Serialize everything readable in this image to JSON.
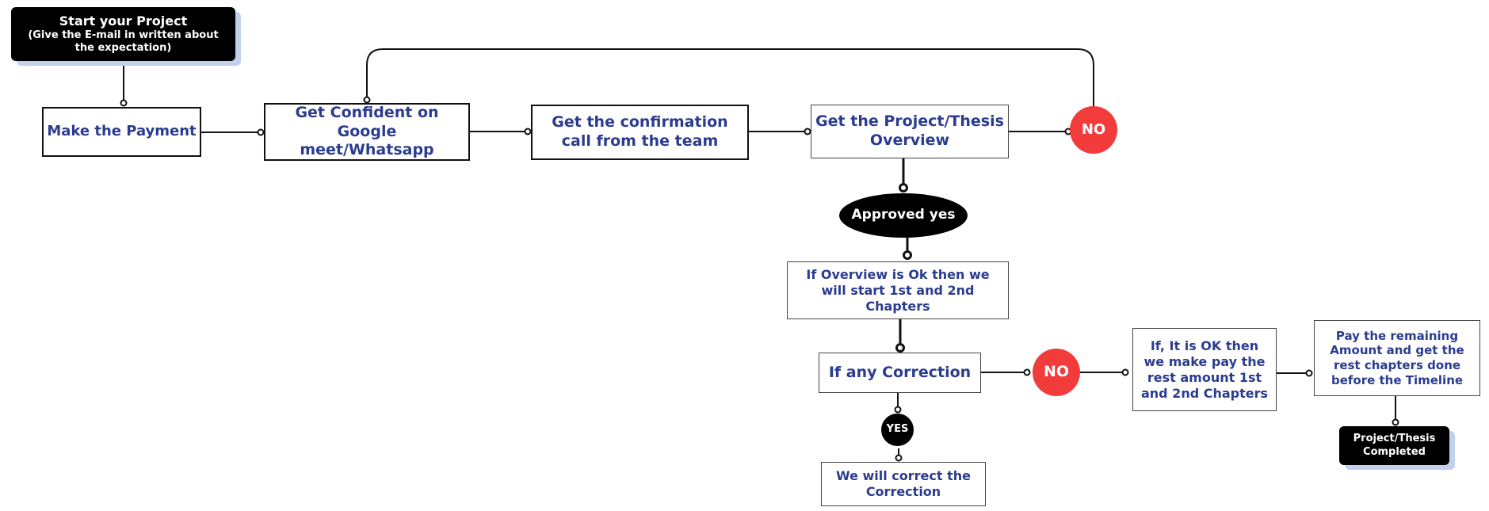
{
  "nodes": {
    "start_title": "Start your Project",
    "start_sub": "(Give the E-mail in written about the expectation)",
    "payment": "Make the Payment",
    "confident": "Get Confident on Google meet/Whatsapp",
    "confirmation": "Get the confirmation call from the team",
    "overview": "Get the Project/Thesis Overview",
    "no_top": "NO",
    "approved": "Approved yes",
    "chapters": "If Overview is Ok then we will start 1st and 2nd Chapters",
    "correction_check": "If any Correction",
    "no_mid": "NO",
    "pay_rest": "If, It is OK then we make pay the rest amount 1st and 2nd Chapters",
    "remaining": "Pay the remaining Amount and get the rest chapters done before the Timeline",
    "yes": "YES",
    "correct": "We will correct the Correction",
    "completed": "Project/Thesis Completed"
  },
  "colors": {
    "box_text": "#2b3c8f",
    "dark_fill": "#000000",
    "shadow": "#c3cfee",
    "no_circle": "#f23b3b",
    "connector": "#111111"
  }
}
